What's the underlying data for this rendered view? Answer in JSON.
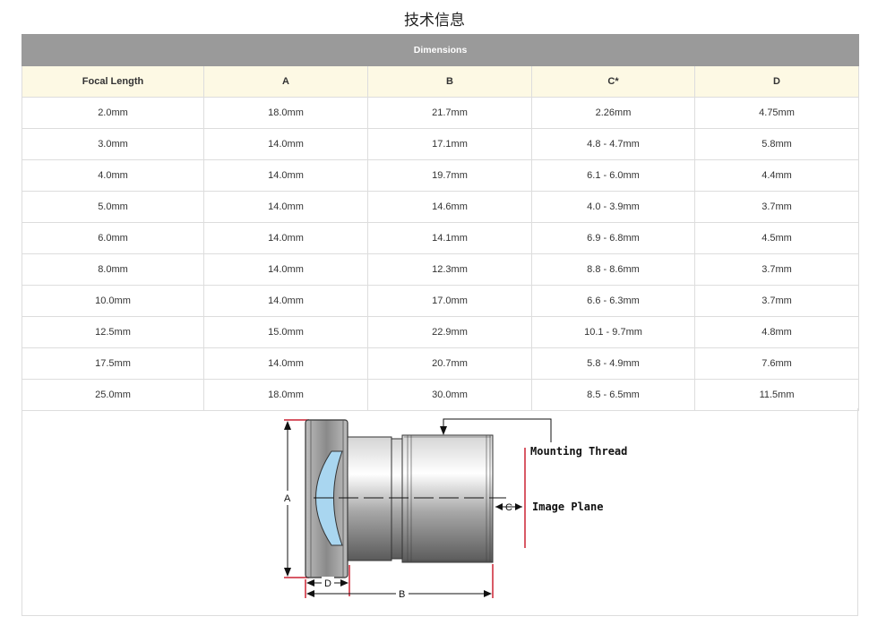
{
  "page": {
    "title": "技术信息"
  },
  "table": {
    "banner": "Dimensions",
    "headers": [
      "Focal Length",
      "A",
      "B",
      "C*",
      "D"
    ],
    "rows": [
      [
        "2.0mm",
        "18.0mm",
        "21.7mm",
        "2.26mm",
        "4.75mm"
      ],
      [
        "3.0mm",
        "14.0mm",
        "17.1mm",
        "4.8 - 4.7mm",
        "5.8mm"
      ],
      [
        "4.0mm",
        "14.0mm",
        "19.7mm",
        "6.1 - 6.0mm",
        "4.4mm"
      ],
      [
        "5.0mm",
        "14.0mm",
        "14.6mm",
        "4.0 - 3.9mm",
        "3.7mm"
      ],
      [
        "6.0mm",
        "14.0mm",
        "14.1mm",
        "6.9 - 6.8mm",
        "4.5mm"
      ],
      [
        "8.0mm",
        "14.0mm",
        "12.3mm",
        "8.8 - 8.6mm",
        "3.7mm"
      ],
      [
        "10.0mm",
        "14.0mm",
        "17.0mm",
        "6.6 - 6.3mm",
        "3.7mm"
      ],
      [
        "12.5mm",
        "15.0mm",
        "22.9mm",
        "10.1 - 9.7mm",
        "4.8mm"
      ],
      [
        "17.5mm",
        "14.0mm",
        "20.7mm",
        "5.8 - 4.9mm",
        "7.6mm"
      ],
      [
        "25.0mm",
        "18.0mm",
        "30.0mm",
        "8.5 - 6.5mm",
        "11.5mm"
      ]
    ]
  },
  "diagram": {
    "label_a": "A",
    "label_b": "B",
    "label_c": "C",
    "label_d": "D",
    "label_mounting_thread": "Mounting Thread",
    "label_image_plane": "Image Plane"
  }
}
